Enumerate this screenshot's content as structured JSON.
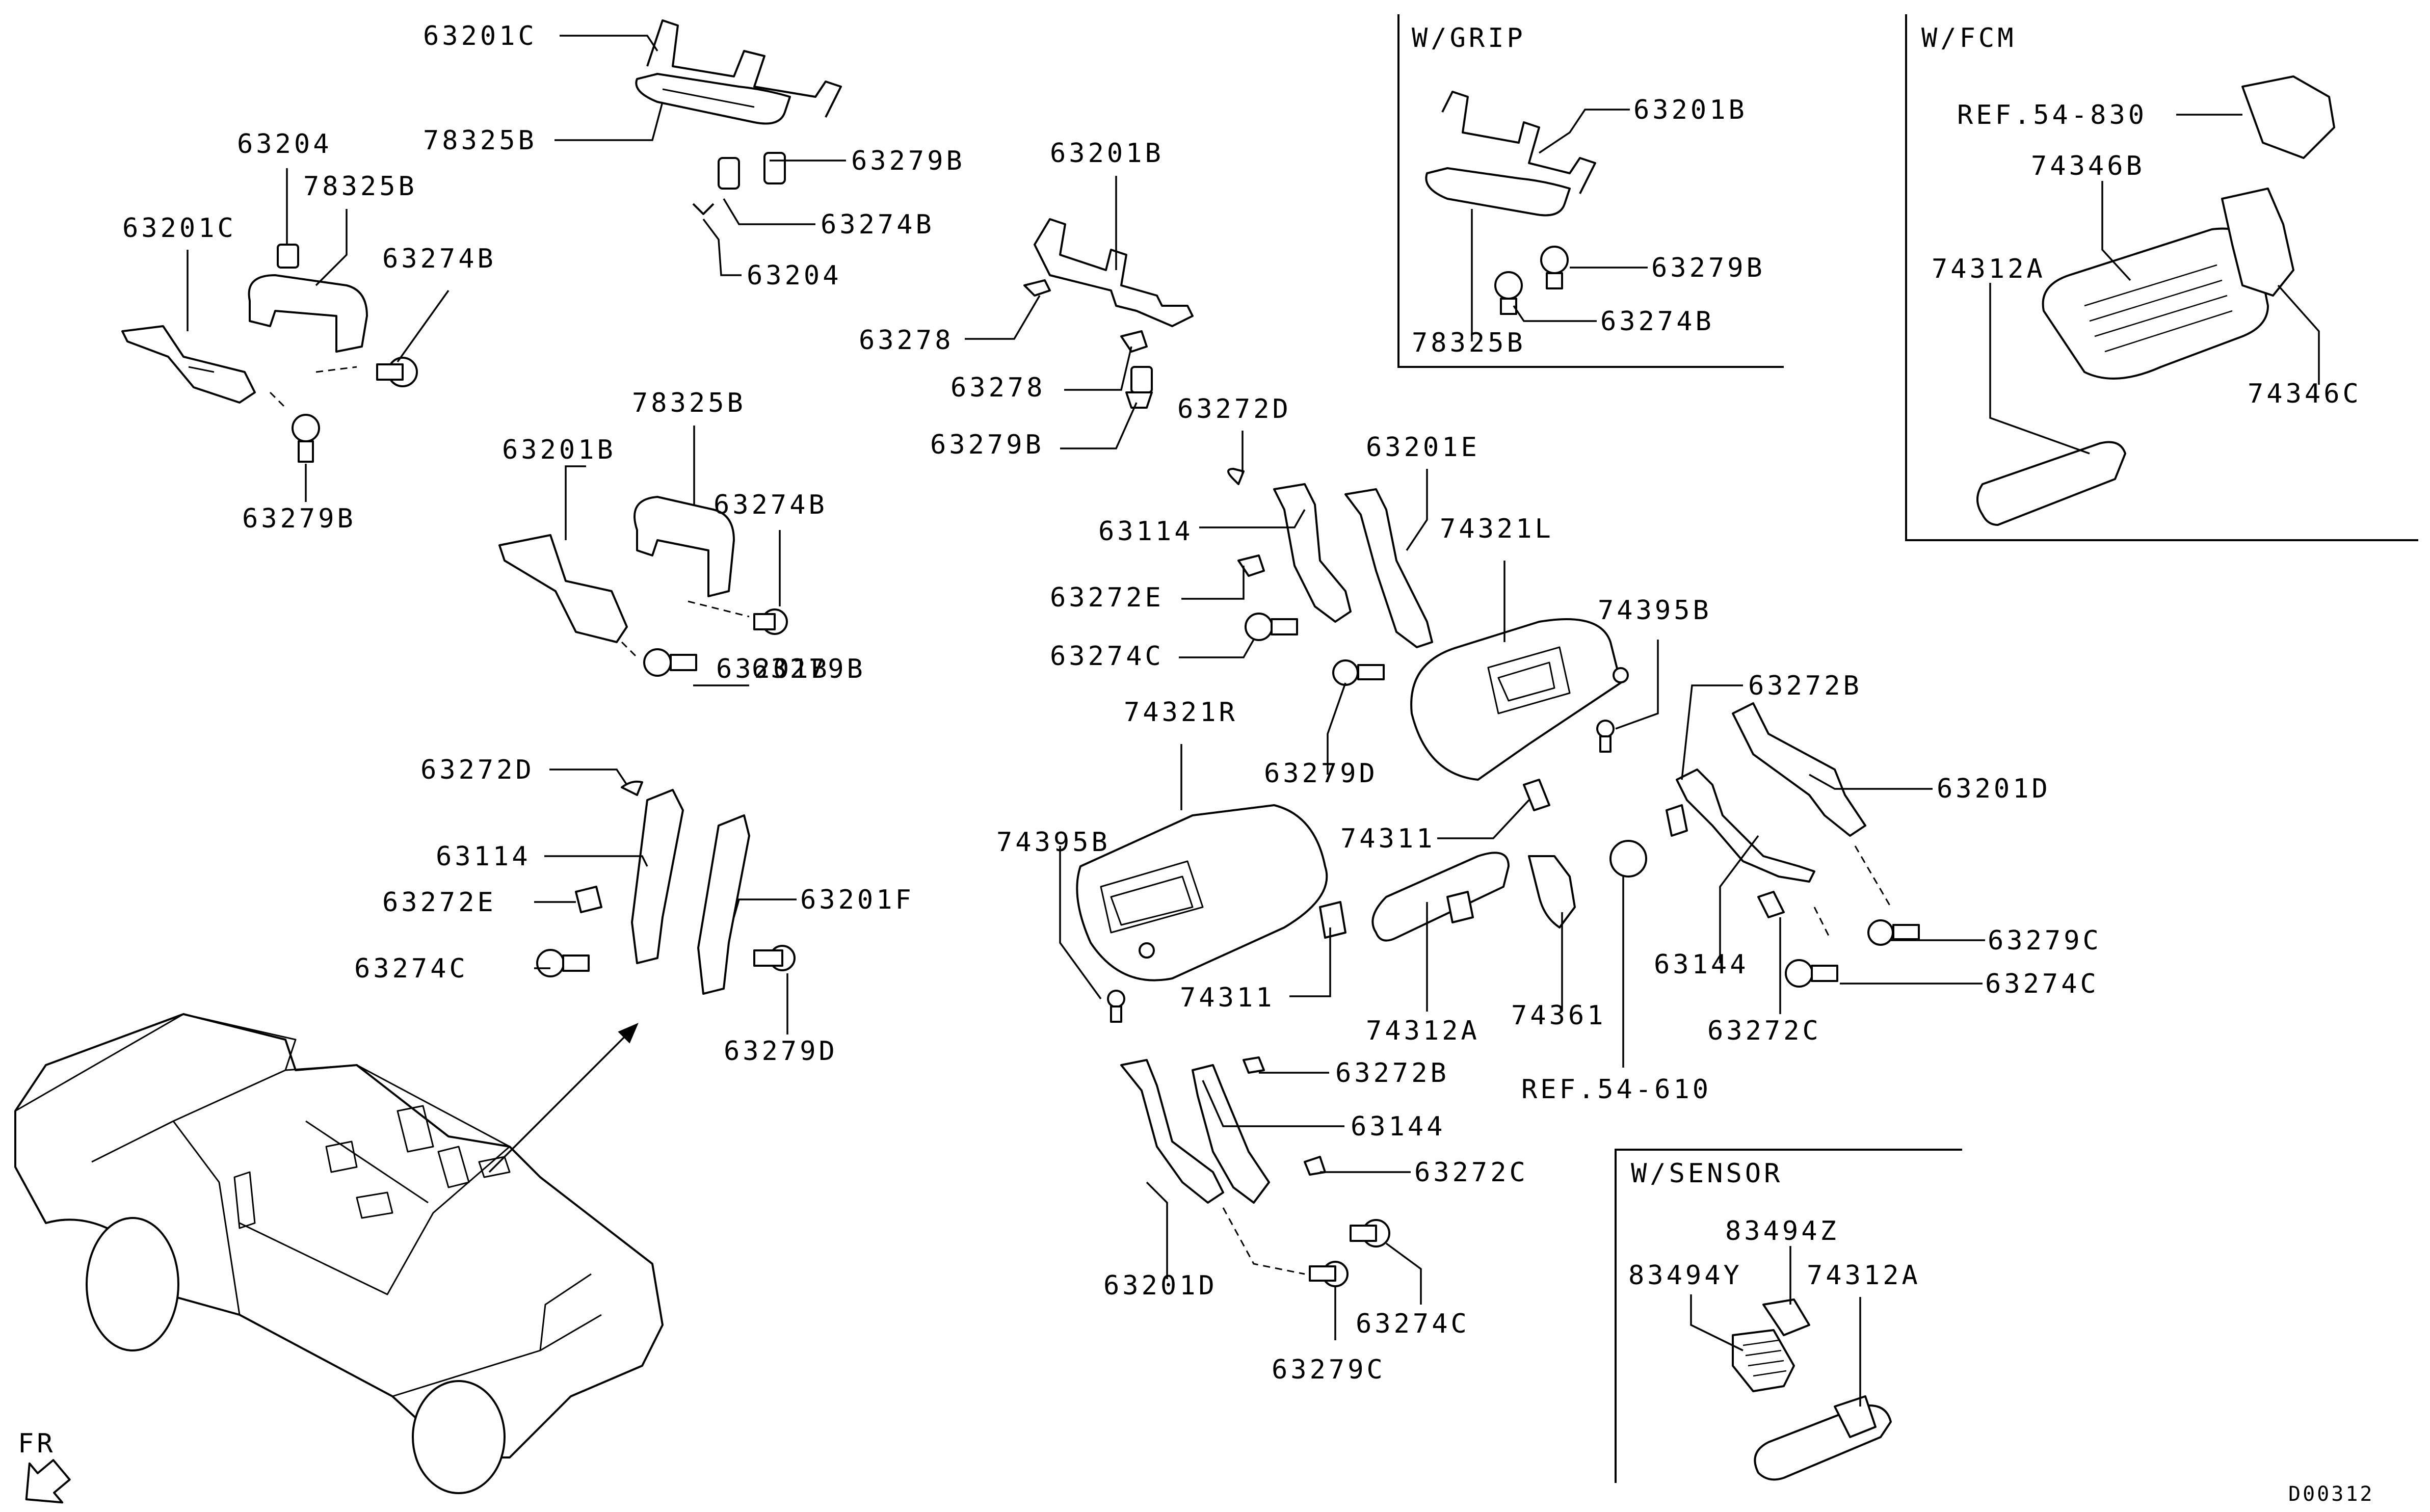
{
  "diagram": {
    "footer_code": "D00312",
    "direction_label": "FR",
    "insets": {
      "grip": "W/GRIP",
      "fcm": "W/FCM",
      "sensor": "W/SENSOR"
    },
    "callouts": {
      "c01": "63201C",
      "c02": "78325B",
      "c03": "63279B",
      "c04": "63274B",
      "c05": "63204",
      "c06": "63204",
      "c07": "78325B",
      "c08": "63201C",
      "c09": "63274B",
      "c10": "63279B",
      "c11": "63201B",
      "c12": "78325B",
      "c13": "63274B",
      "c14": "63201B",
      "c15": "63279B",
      "c16": "63201B",
      "c17": "63278",
      "c18": "63278",
      "c19": "63279B",
      "c20": "63272D",
      "c21": "63201E",
      "c22": "63114",
      "c23": "74321L",
      "c24": "63272E",
      "c25": "63274C",
      "c26": "74395B",
      "c27": "63279D",
      "c28": "63272B",
      "c29": "74321R",
      "c30": "63201D",
      "c31": "74311",
      "c32": "74395B",
      "c33": "74311",
      "c34": "74312A",
      "c35": "74361",
      "c36": "REF.54-610",
      "c37": "63144",
      "c38": "63279C",
      "c39": "63274C",
      "c40": "63272C",
      "c41": "63272D",
      "c42": "63114",
      "c43": "63272E",
      "c44": "63201F",
      "c45": "63274C",
      "c46": "63279D",
      "c47": "63272B",
      "c48": "63144",
      "c49": "63272C",
      "c50": "63201D",
      "c51": "63274C",
      "c52": "63279C",
      "g1": "63201B",
      "g2": "63279B",
      "g3": "63274B",
      "g4": "78325B",
      "f1": "REF.54-830",
      "f2": "74346B",
      "f3": "74312A",
      "f4": "74346C",
      "s1": "83494Z",
      "s2": "83494Y",
      "s3": "74312A"
    }
  }
}
